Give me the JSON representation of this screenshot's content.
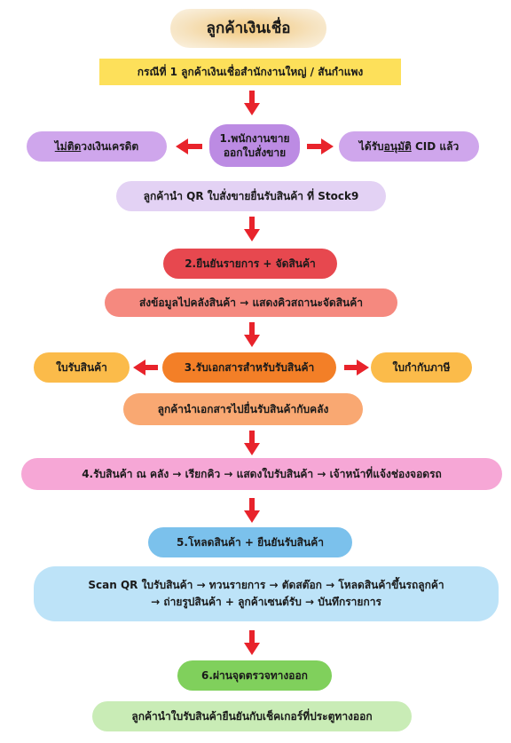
{
  "title": "ลูกค้าเงินเชื่อ",
  "case": "กรณีที่ 1 ลูกค้าเงินเชื่อสำนักงานใหญ่ / สันกำแพง",
  "step1": {
    "line1": "1.พนักงานขาย",
    "line2": "ออกใบสั่งขาย"
  },
  "left_branch": {
    "underlined": "ไม่ติด",
    "rest": "วงเงินเครดิต"
  },
  "right_branch": {
    "prefix": "ได้รับ",
    "underlined": "อนุมัติ",
    "suffix": " CID แล้ว"
  },
  "step1_sub": "ลูกค้านำ QR ใบสั่งขายยื่นรับสินค้า ที่ Stock9",
  "step2": "2.ยืนยันรายการ + จัดสินค้า",
  "step2_sub": "ส่งข้อมูลไปคลังสินค้า → แสดงคิวสถานะจัดสินค้า",
  "step3": "3.รับเอกสารสำหรับรับสินค้า",
  "step3_left": "ใบรับสินค้า",
  "step3_right": "ใบกำกับภาษี",
  "step3_sub": "ลูกค้านำเอกสารไปยื่นรับสินค้ากับคลัง",
  "step4": "4.รับสินค้า ณ คลัง → เรียกคิว → แสดงใบรับสินค้า → เจ้าหน้าที่แจ้งช่องจอดรถ",
  "step5": "5.โหลดสินค้า + ยืนยันรับสินค้า",
  "step5_sub": {
    "line1": "Scan QR ใบรับสินค้า → ทวนรายการ → ตัดสต๊อก → โหลดสินค้าขึ้นรถลูกค้า",
    "line2": "→ ถ่ายรูปสินค้า + ลูกค้าเซนต์รับ → บันทึกรายการ"
  },
  "step6": "6.ผ่านจุดตรวจทางออก",
  "step6_sub": "ลูกค้านำใบรับสินค้ายืนยันกับเช็คเกอร์ที่ประตูทางออก",
  "colors": {
    "arrow": "#e8232b"
  }
}
